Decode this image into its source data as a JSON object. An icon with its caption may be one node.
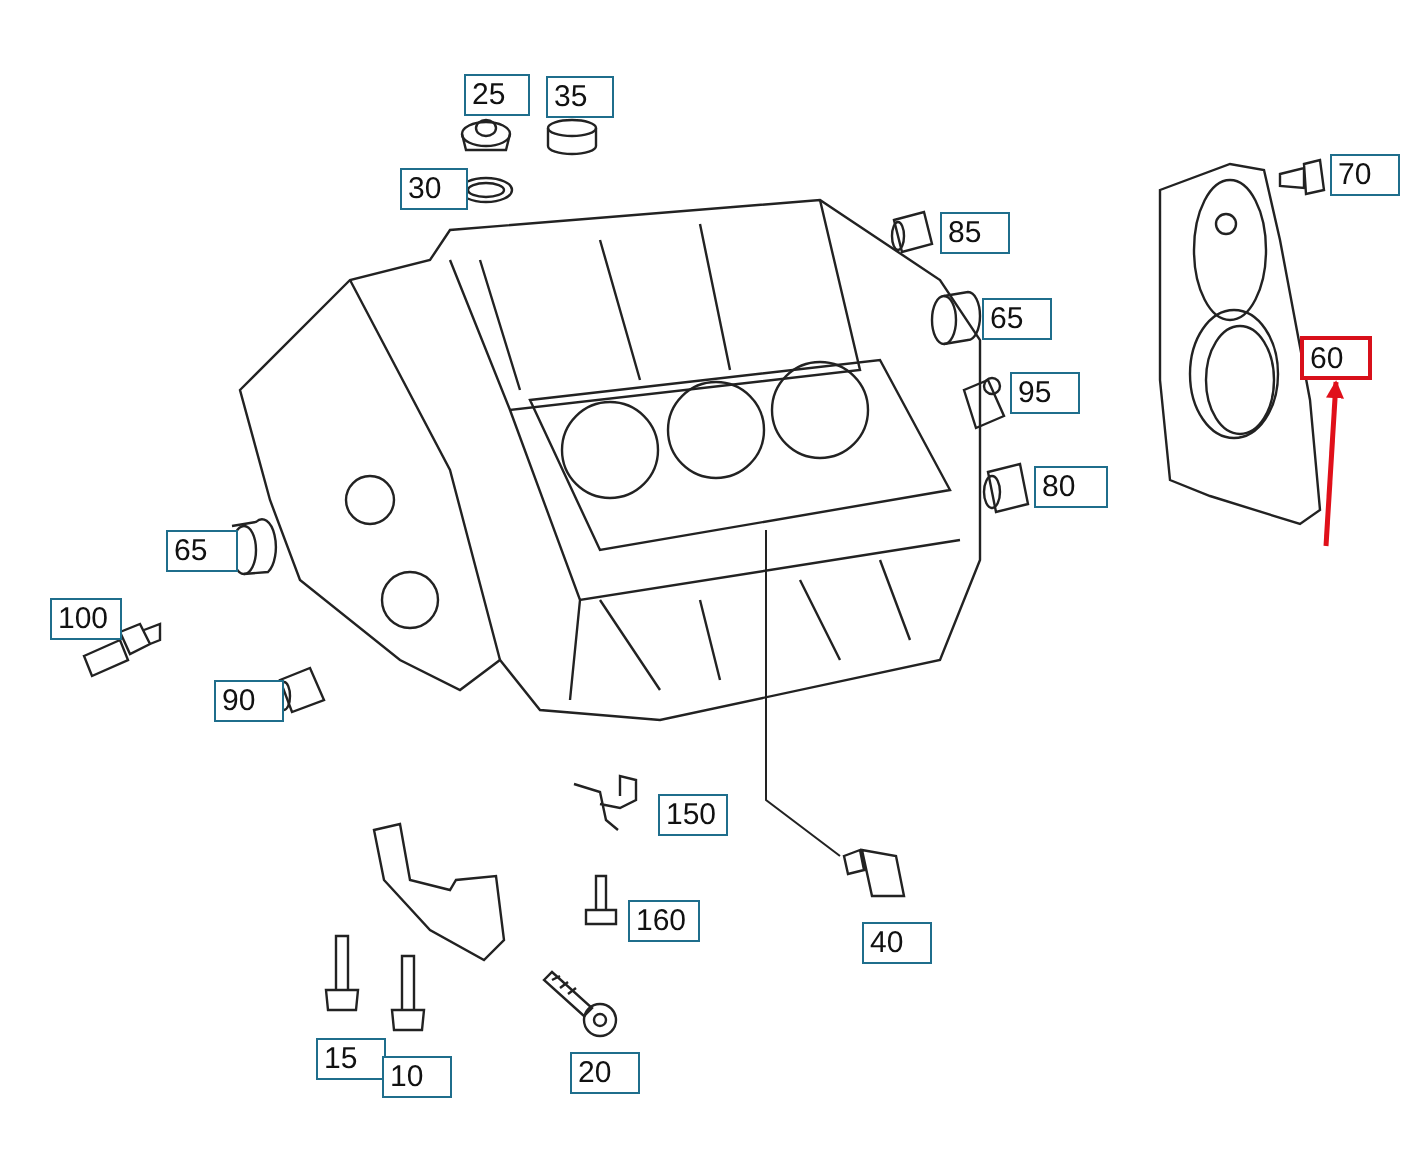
{
  "diagram": {
    "nodes": [
      {
        "text": [
          "25"
        ]
      },
      {
        "text": [
          "35"
        ]
      },
      {
        "text": [
          "70"
        ]
      },
      {
        "text": [
          "30"
        ]
      },
      {
        "text": [
          "85"
        ]
      },
      {
        "text": [
          "65"
        ]
      },
      {
        "text": [
          "60"
        ]
      },
      {
        "text": [
          "95"
        ]
      },
      {
        "text": [
          "80"
        ]
      },
      {
        "text": [
          "65"
        ]
      },
      {
        "text": [
          "100"
        ]
      },
      {
        "text": [
          "90"
        ]
      },
      {
        "text": [
          "150"
        ]
      },
      {
        "text": [
          "160"
        ]
      },
      {
        "text": [
          "40"
        ]
      },
      {
        "text": [
          "15"
        ]
      },
      {
        "text": [
          "20"
        ]
      },
      {
        "text": [
          "10"
        ]
      }
    ],
    "edges": [
      {
        "from": null,
        "to": 6,
        "arrow": "to",
        "color": "#e0101a"
      }
    ]
  }
}
